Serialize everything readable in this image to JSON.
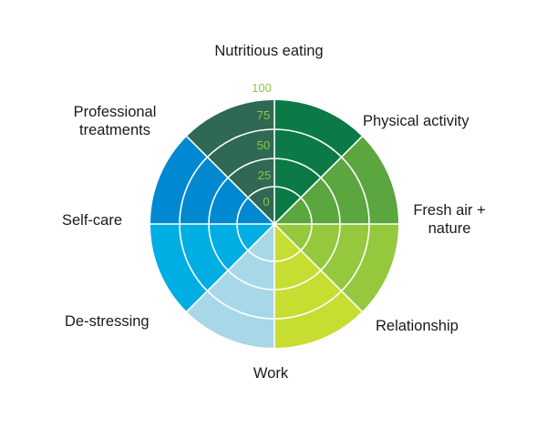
{
  "wheel": {
    "segments": [
      {
        "label": "Physical activity",
        "lines": [
          "Physical activity"
        ],
        "color": "#0b7a46"
      },
      {
        "label": "Fresh air + nature",
        "lines": [
          "Fresh air +",
          "nature"
        ],
        "color": "#5ba63f"
      },
      {
        "label": "Relationship",
        "lines": [
          "Relationship"
        ],
        "color": "#95c83d"
      },
      {
        "label": "Relationship",
        "lines": [],
        "color": "#c7dd32"
      },
      {
        "label": "Work",
        "lines": [
          "Work"
        ],
        "color": "#a8d8e7"
      },
      {
        "label": "De-stressing",
        "lines": [
          "De-stressing"
        ],
        "color": "#00aee3"
      },
      {
        "label": "Self-care",
        "lines": [
          "Self-care"
        ],
        "color": "#0089d0"
      },
      {
        "label": "Professional treatments",
        "lines": [
          "Professional",
          "treatments"
        ],
        "color": "#2f6953"
      }
    ],
    "top_label": "Nutritious eating",
    "scale": {
      "ticks": [
        "0",
        "25",
        "50",
        "75",
        "100"
      ],
      "min": 0,
      "max": 100,
      "tick_color": "#8cc63f"
    },
    "ring_color": "#ffffff"
  }
}
